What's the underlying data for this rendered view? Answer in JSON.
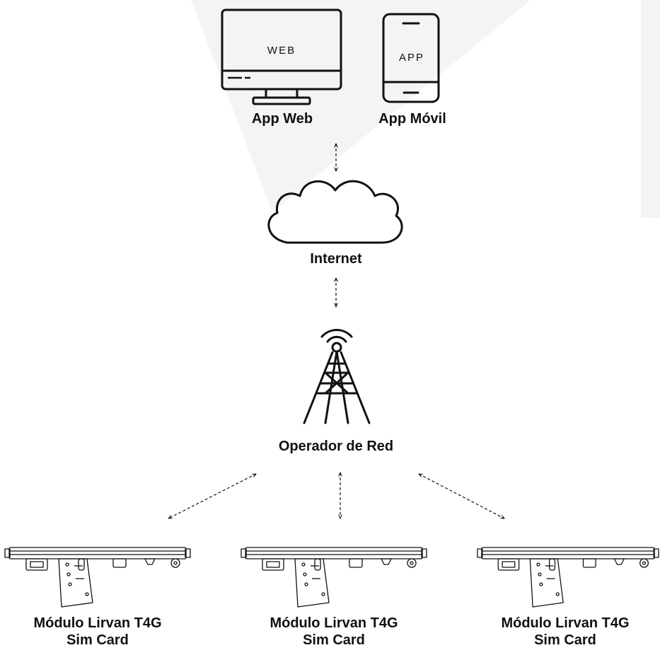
{
  "colors": {
    "background": "#ffffff",
    "watermark": "#f4f4f4",
    "stroke": "#111111"
  },
  "clients": {
    "web": {
      "screen_text": "WEB",
      "label": "App Web",
      "icon": "desktop-monitor-icon"
    },
    "mobile": {
      "screen_text": "APP",
      "label": "App Móvil",
      "icon": "smartphone-icon"
    }
  },
  "internet": {
    "label": "Internet",
    "icon": "cloud-icon"
  },
  "operator": {
    "label": "Operador de Red",
    "icon": "cell-tower-icon"
  },
  "modules": [
    {
      "title": "Módulo Lirvan T4G",
      "subtitle": "Sim Card",
      "icon": "light-bar-module-icon"
    },
    {
      "title": "Módulo Lirvan T4G",
      "subtitle": "Sim Card",
      "icon": "light-bar-module-icon"
    },
    {
      "title": "Módulo Lirvan T4G",
      "subtitle": "Sim Card",
      "icon": "light-bar-module-icon"
    }
  ]
}
